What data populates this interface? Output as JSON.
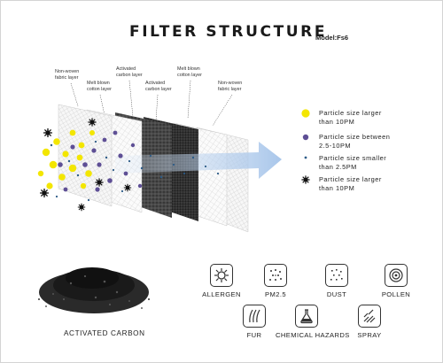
{
  "header": {
    "title": "FILTER STRUCTURE",
    "model": "Model:Fs6"
  },
  "layer_labels": [
    "Non-woven\nfabric layer",
    "Melt blown\ncotton layer",
    "Activated\ncarbon layer",
    "Activated\ncarbon layer",
    "Melt blown\ncotton layer",
    "Non-woven\nfabric layer"
  ],
  "legend": [
    {
      "text": "Particle size larger\nthan 10PM",
      "marker": "yellow-dot-icon",
      "color": "#f3e600"
    },
    {
      "text": "Particle size between\n2.5-10PM",
      "marker": "purple-dot-icon",
      "color": "#5e4f95"
    },
    {
      "text": "Particle size smaller\nthan 2.5PM",
      "marker": "blue-dot-icon",
      "color": "#2d5c88"
    },
    {
      "text": "Particle size larger\nthan 10PM",
      "marker": "black-burr-icon",
      "color": "#111111"
    }
  ],
  "carbon_caption": "ACTIVATED CARBON",
  "icons": [
    {
      "label": "ALLERGEN",
      "icon": "allergen-icon"
    },
    {
      "label": "PM2.5",
      "icon": "pm25-icon"
    },
    {
      "label": "DUST",
      "icon": "dust-icon"
    },
    {
      "label": "POLLEN",
      "icon": "pollen-icon"
    },
    {
      "label": "FUR",
      "icon": "fur-icon"
    },
    {
      "label": "CHEMICAL HAZARDS",
      "icon": "chemical-hazards-icon"
    },
    {
      "label": "SPRAY",
      "icon": "spray-icon"
    }
  ],
  "colors": {
    "arrow": "#a9c7ea",
    "carbon_layer": "#3a3a3a",
    "particle_yellow": "#f3e600",
    "particle_purple": "#5e4f95",
    "particle_blue": "#2d5c88"
  }
}
